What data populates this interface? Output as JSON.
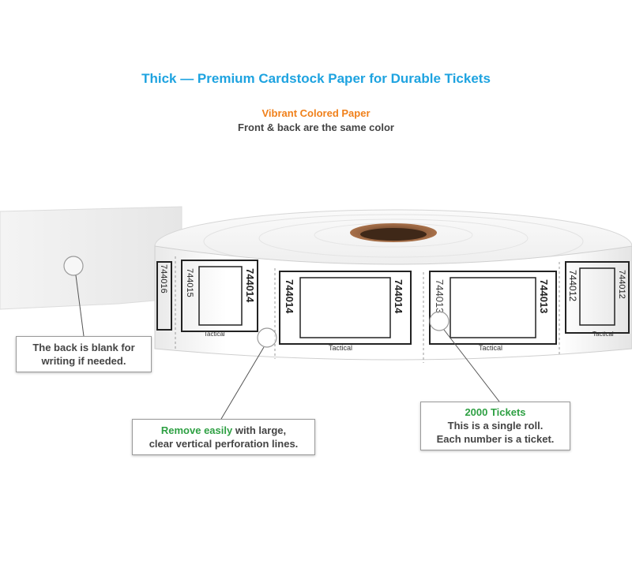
{
  "heading": {
    "title": "Thick — Premium Cardstock Paper for Durable Tickets",
    "subtitle_accent": "Vibrant Colored Paper",
    "subtitle": "Front & back are the same color"
  },
  "tickets": {
    "numbers": [
      "744016",
      "744015",
      "744014",
      "744014",
      "744013",
      "744013",
      "744012",
      "744012"
    ],
    "brand": "Tactical"
  },
  "callouts": {
    "back": {
      "line1": "The back is blank for",
      "line2": "writing if needed."
    },
    "perforation": {
      "highlight": "Remove easily",
      "line1_rest": " with large,",
      "line2": "clear vertical perforation lines."
    },
    "count": {
      "highlight": "2000 Tickets",
      "line2": "This is a single roll.",
      "line3": "Each number is a ticket."
    }
  },
  "colors": {
    "title": "#1ea3e0",
    "accent": "#f0801a",
    "highlight": "#2ea043",
    "text": "#444444",
    "core": "#8a5a3c"
  }
}
